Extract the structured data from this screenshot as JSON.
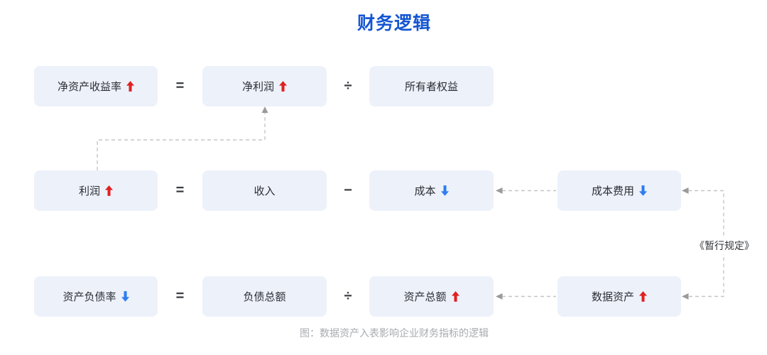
{
  "title": "财务逻辑",
  "caption": "图：数据资产入表影响企业财务指标的逻辑",
  "annotation": "《暂行规定》",
  "nodes": {
    "roe": {
      "label": "净资产收益率",
      "trend": "up"
    },
    "net_profit": {
      "label": "净利润",
      "trend": "up"
    },
    "owners_equity": {
      "label": "所有者权益",
      "trend": "none"
    },
    "profit": {
      "label": "利润",
      "trend": "up"
    },
    "revenue": {
      "label": "收入",
      "trend": "none"
    },
    "cost": {
      "label": "成本",
      "trend": "down"
    },
    "cost_expense": {
      "label": "成本费用",
      "trend": "down"
    },
    "debt_ratio": {
      "label": "资产负债率",
      "trend": "down"
    },
    "total_liabilities": {
      "label": "负债总额",
      "trend": "none"
    },
    "total_assets": {
      "label": "资产总额",
      "trend": "up"
    },
    "data_assets": {
      "label": "数据资产",
      "trend": "up"
    }
  },
  "operators": {
    "row1_eq": "=",
    "row1_div": "÷",
    "row2_eq": "=",
    "row2_minus": "−",
    "row3_eq": "=",
    "row3_div": "÷"
  },
  "colors": {
    "title_blue": "#1556d2",
    "box_bg": "#edf1fa",
    "box_text": "#2b2e34",
    "up_red": "#e02121",
    "down_blue": "#2e7df0",
    "dash_gray": "#c6c6c6",
    "caption_gray": "#a8abb0"
  }
}
